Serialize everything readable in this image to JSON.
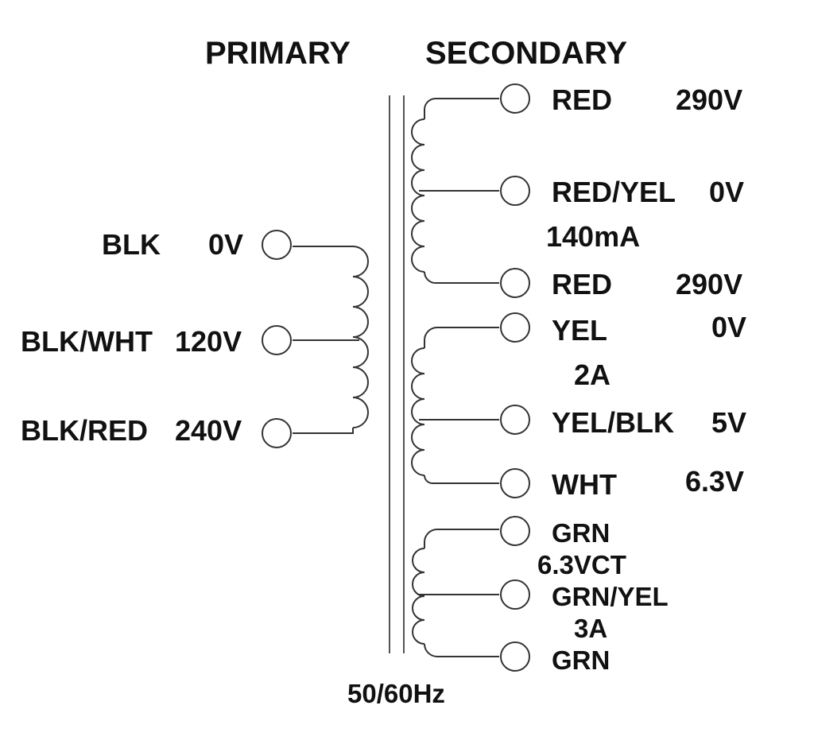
{
  "headings": {
    "primary": "PRIMARY",
    "secondary": "SECONDARY"
  },
  "frequency": "50/60Hz",
  "primary": [
    {
      "color": "BLK",
      "voltage": "0V"
    },
    {
      "color": "BLK/WHT",
      "voltage": "120V"
    },
    {
      "color": "BLK/RED",
      "voltage": "240V"
    }
  ],
  "secondary_ht": {
    "taps": [
      {
        "color": "RED",
        "voltage": "290V"
      },
      {
        "color": "RED/YEL",
        "voltage": "0V"
      },
      {
        "color": "RED",
        "voltage": "290V"
      }
    ],
    "current": "140mA"
  },
  "secondary_5v": {
    "taps": [
      {
        "color": "YEL",
        "voltage": "0V"
      },
      {
        "color": "YEL/BLK",
        "voltage": "5V"
      },
      {
        "color": "WHT",
        "voltage": "6.3V"
      }
    ],
    "current": "2A"
  },
  "secondary_heater": {
    "taps": [
      {
        "color": "GRN"
      },
      {
        "color": "GRN/YEL"
      },
      {
        "color": "GRN"
      }
    ],
    "rating": "6.3VCT",
    "current": "3A"
  }
}
